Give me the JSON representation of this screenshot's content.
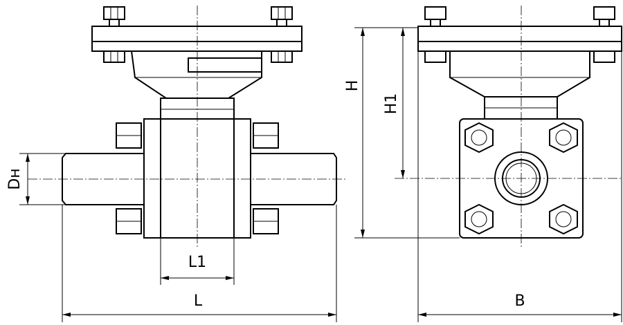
{
  "dimensions": {
    "diameter_label": "Dн",
    "length_label": "L",
    "length1_label": "L1",
    "height_label": "H",
    "height1_label": "H1",
    "width_label": "B"
  }
}
